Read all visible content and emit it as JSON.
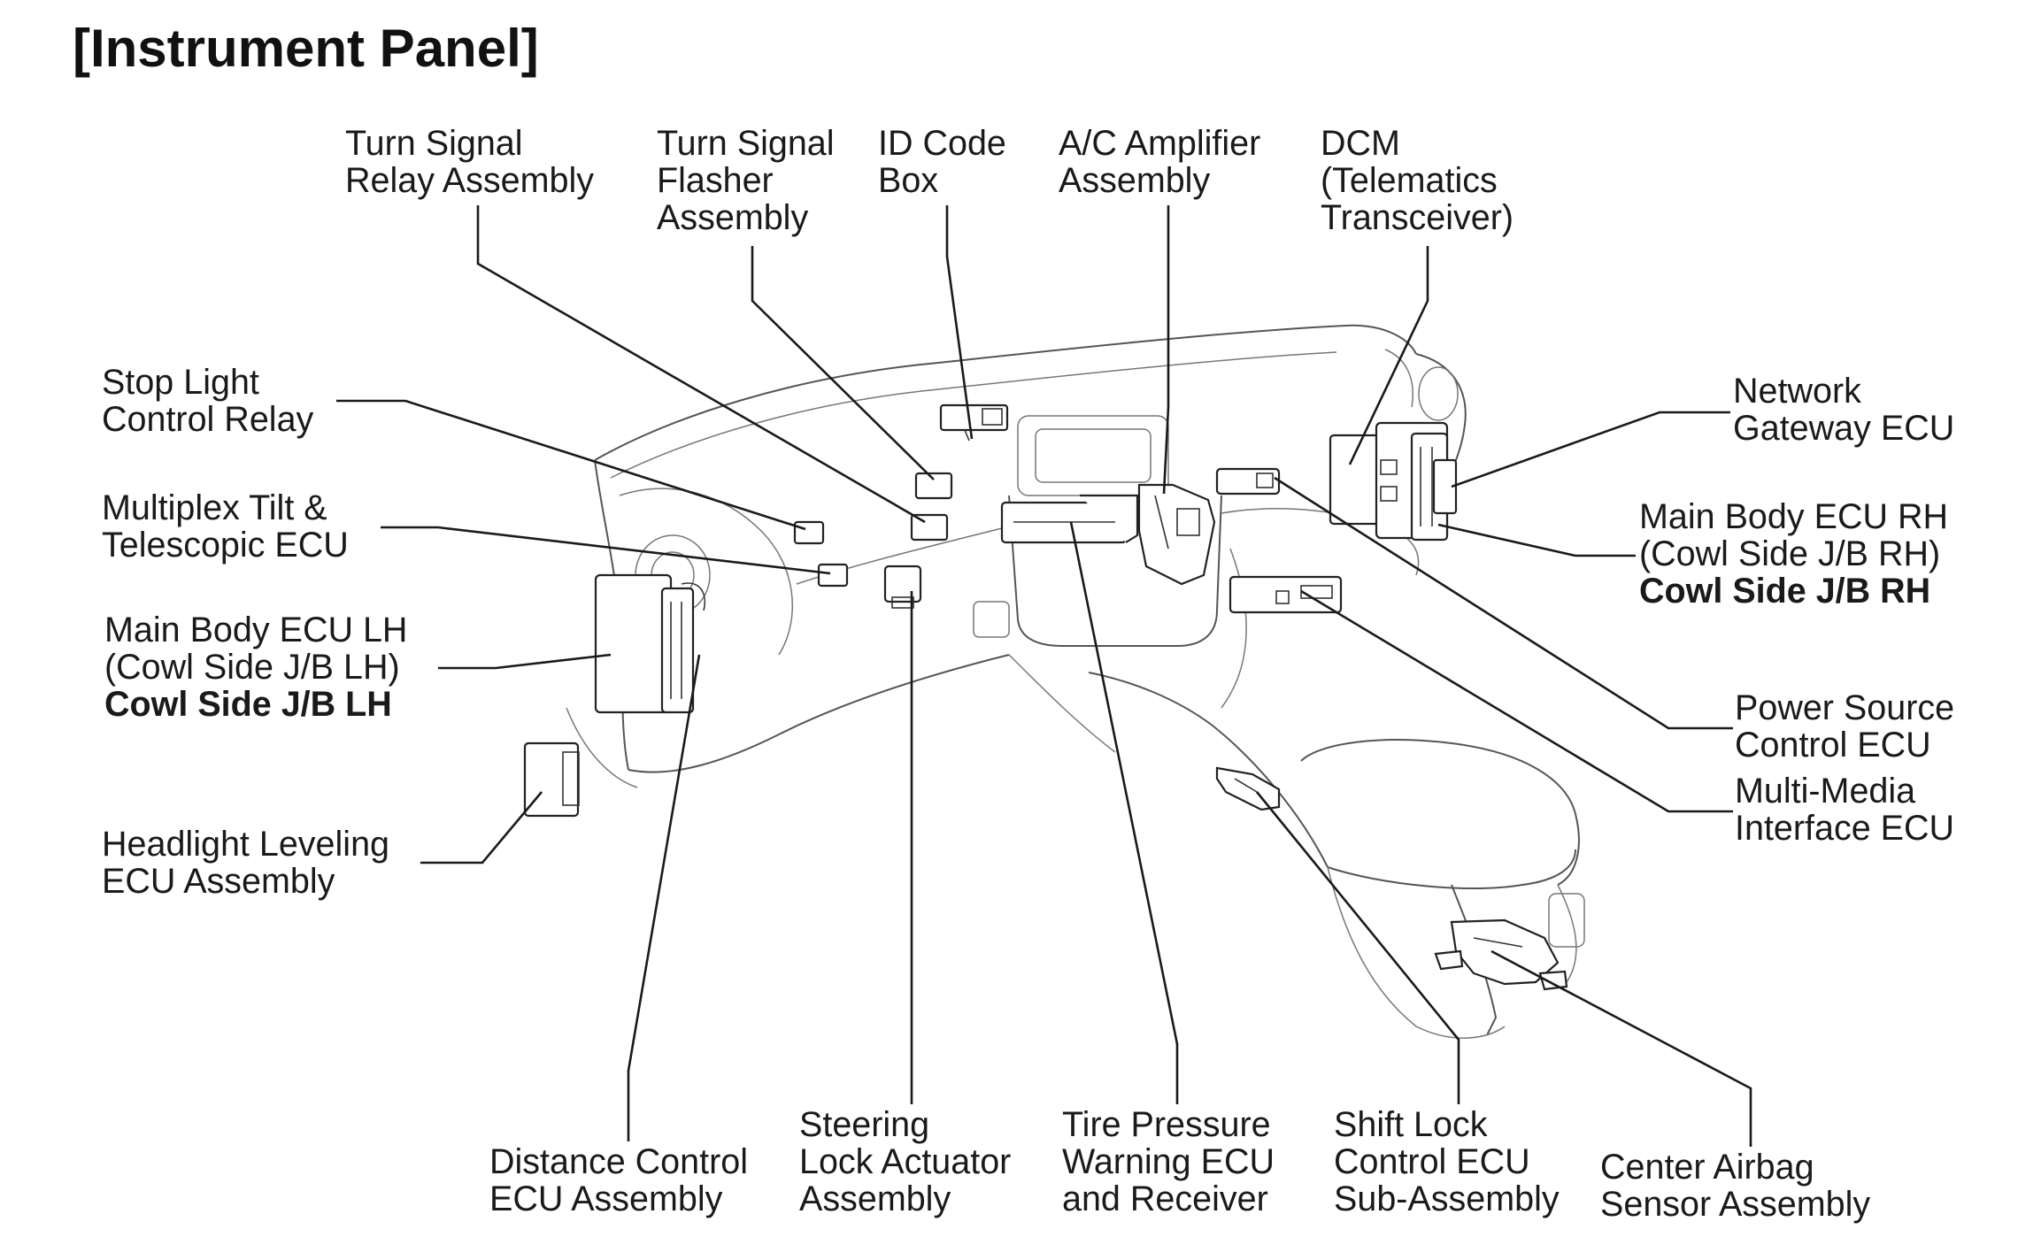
{
  "title": "[Instrument Panel]",
  "labels": {
    "turn_signal_relay": [
      "Turn Signal",
      "Relay Assembly"
    ],
    "turn_signal_flasher": [
      "Turn Signal",
      "Flasher",
      "Assembly"
    ],
    "id_code_box": [
      "ID Code",
      "Box"
    ],
    "ac_amplifier": [
      "A/C Amplifier",
      "Assembly"
    ],
    "dcm": [
      "DCM",
      "(Telematics",
      "Transceiver)"
    ],
    "stop_light_relay": [
      "Stop Light",
      "Control Relay"
    ],
    "multiplex_tilt": [
      "Multiplex Tilt &",
      "Telescopic ECU"
    ],
    "main_body_lh": [
      "Main Body ECU LH",
      "(Cowl Side J/B LH)",
      "Cowl Side J/B LH"
    ],
    "headlight_leveling": [
      "Headlight Leveling",
      "ECU Assembly"
    ],
    "network_gateway": [
      "Network",
      "Gateway ECU"
    ],
    "main_body_rh": [
      "Main Body ECU RH",
      "(Cowl Side J/B RH)",
      "Cowl Side J/B RH"
    ],
    "power_source": [
      "Power Source",
      "Control ECU"
    ],
    "multi_media": [
      "Multi-Media",
      "Interface ECU"
    ],
    "distance_control": [
      "Distance Control",
      "ECU Assembly"
    ],
    "steering_lock": [
      "Steering",
      "Lock Actuator",
      "Assembly"
    ],
    "tire_pressure": [
      "Tire Pressure",
      "Warning ECU",
      "and Receiver"
    ],
    "shift_lock": [
      "Shift Lock",
      "Control ECU",
      "Sub-Assembly"
    ],
    "center_airbag": [
      "Center Airbag",
      "Sensor Assembly"
    ]
  }
}
